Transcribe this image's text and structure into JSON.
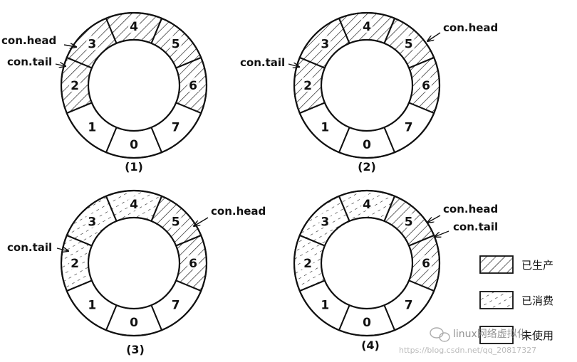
{
  "rings": [
    {
      "caption": "(1)",
      "slots": [
        {
          "label": "0",
          "state": "empty"
        },
        {
          "label": "1",
          "state": "empty"
        },
        {
          "label": "2",
          "state": "produced"
        },
        {
          "label": "3",
          "state": "produced"
        },
        {
          "label": "4",
          "state": "produced"
        },
        {
          "label": "5",
          "state": "produced"
        },
        {
          "label": "6",
          "state": "produced"
        },
        {
          "label": "7",
          "state": "empty"
        }
      ],
      "pointers": [
        {
          "text": "con.head",
          "target_slot": "2/3"
        },
        {
          "text": "con.tail",
          "target_slot": "2"
        }
      ]
    },
    {
      "caption": "(2)",
      "slots": [
        {
          "label": "0",
          "state": "empty"
        },
        {
          "label": "1",
          "state": "empty"
        },
        {
          "label": "2",
          "state": "produced"
        },
        {
          "label": "3",
          "state": "produced"
        },
        {
          "label": "4",
          "state": "produced"
        },
        {
          "label": "5",
          "state": "produced"
        },
        {
          "label": "6",
          "state": "produced"
        },
        {
          "label": "7",
          "state": "empty"
        }
      ],
      "pointers": [
        {
          "text": "con.head",
          "target_slot": "4/5"
        },
        {
          "text": "con.tail",
          "target_slot": "2"
        }
      ]
    },
    {
      "caption": "(3)",
      "slots": [
        {
          "label": "0",
          "state": "empty"
        },
        {
          "label": "1",
          "state": "empty"
        },
        {
          "label": "2",
          "state": "consumed"
        },
        {
          "label": "3",
          "state": "consumed"
        },
        {
          "label": "4",
          "state": "consumed"
        },
        {
          "label": "5",
          "state": "produced"
        },
        {
          "label": "6",
          "state": "produced"
        },
        {
          "label": "7",
          "state": "empty"
        }
      ],
      "pointers": [
        {
          "text": "con.head",
          "target_slot": "4/5"
        },
        {
          "text": "con.tail",
          "target_slot": "2"
        }
      ]
    },
    {
      "caption": "(4)",
      "slots": [
        {
          "label": "0",
          "state": "empty"
        },
        {
          "label": "1",
          "state": "empty"
        },
        {
          "label": "2",
          "state": "consumed"
        },
        {
          "label": "3",
          "state": "consumed"
        },
        {
          "label": "4",
          "state": "consumed"
        },
        {
          "label": "5",
          "state": "produced"
        },
        {
          "label": "6",
          "state": "produced"
        },
        {
          "label": "7",
          "state": "empty"
        }
      ],
      "pointers": [
        {
          "text": "con.head",
          "target_slot": "4/5"
        },
        {
          "text": "con.tail",
          "target_slot": "4/5"
        }
      ]
    }
  ],
  "legend": [
    {
      "state": "produced",
      "label": "已生产"
    },
    {
      "state": "consumed",
      "label": "已消费"
    },
    {
      "state": "empty",
      "label": "未使用"
    }
  ],
  "watermark": {
    "text": "linux网络虚拟化",
    "url": "https://blog.csdn.net/qq_20817327"
  },
  "colors": {
    "stroke": "#111111",
    "background": "#ffffff",
    "watermark": "#777777"
  }
}
